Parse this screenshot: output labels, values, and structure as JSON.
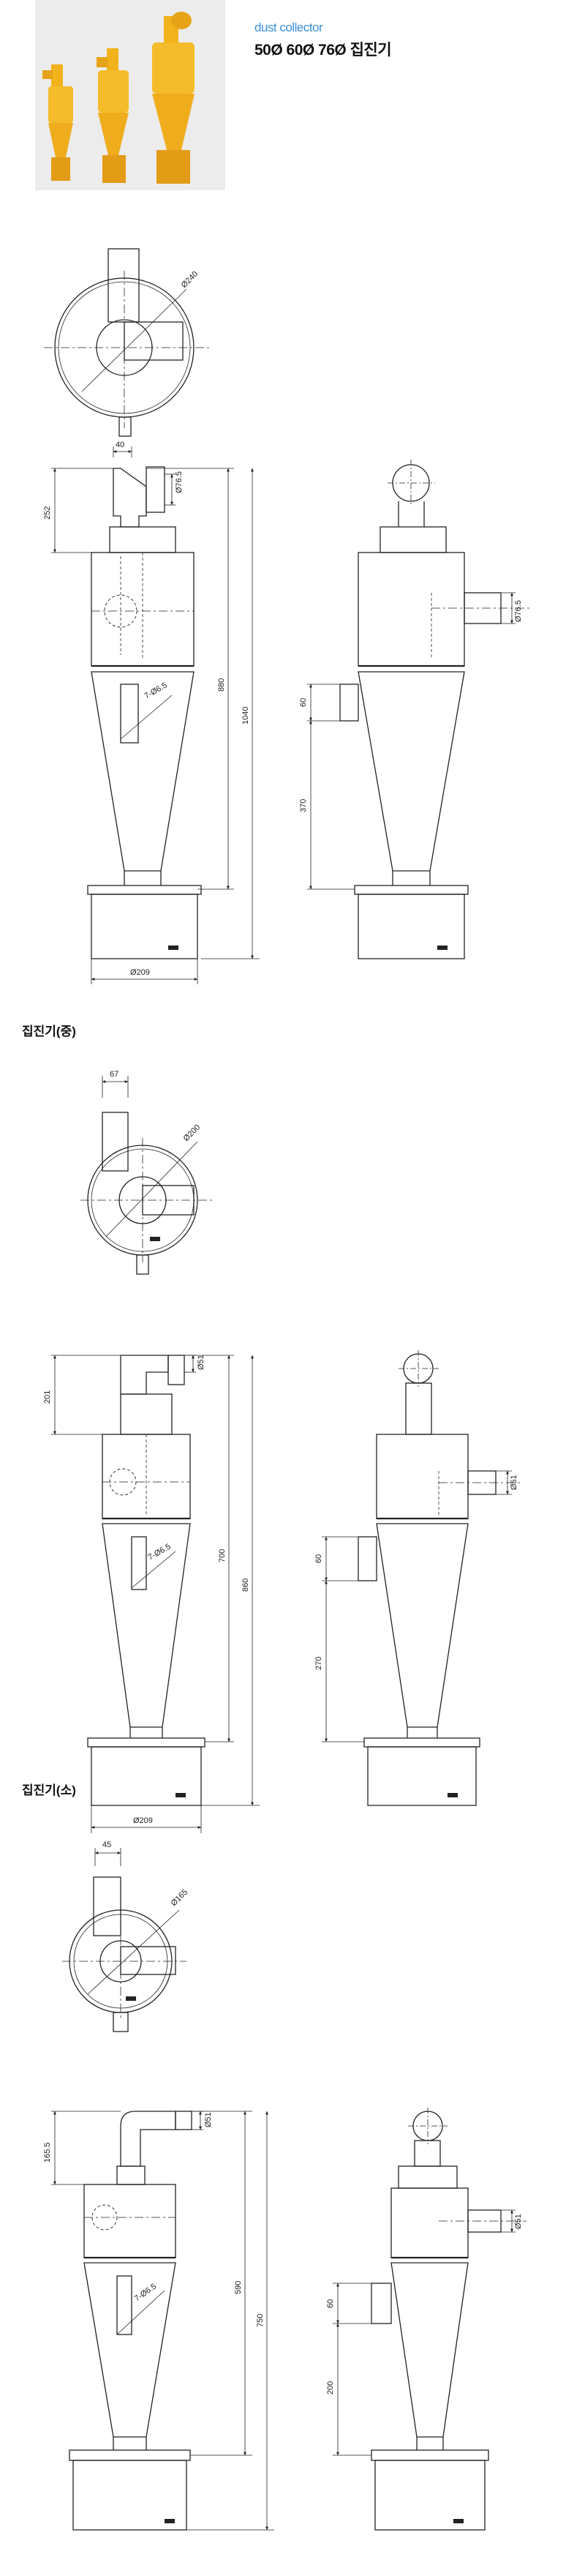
{
  "header": {
    "en": "dust collector",
    "ko": "50Ø 60Ø 76Ø 집진기"
  },
  "sections": [
    {
      "title": ""
    },
    {
      "title": "집진기(중)"
    },
    {
      "title": "집진기(소)"
    }
  ],
  "large": {
    "top_dia": "Ø240",
    "inlet_w": "40",
    "outlet_dia": "Ø76.5",
    "top_h": "252",
    "total_h": "880",
    "full_h": "1040",
    "cone_mark": "7-Ø6.5",
    "base_dia": "Ø209",
    "side_outlet": "Ø76.5",
    "side_h": "60",
    "side_lower": "370"
  },
  "medium": {
    "inlet_w": "67",
    "top_dia": "Ø200",
    "outlet_dia": "Ø51",
    "top_h": "201",
    "total_h": "700",
    "full_h": "860",
    "cone_mark": "7-Ø6.5",
    "base_dia": "Ø209",
    "side_outlet": "Ø51",
    "side_h": "60",
    "side_lower": "270"
  },
  "small": {
    "inlet_w": "45",
    "top_dia": "Ø165",
    "outlet_dia": "Ø51",
    "top_h": "165.5",
    "total_h": "590",
    "full_h": "750",
    "cone_mark": "7-Ø6.5",
    "side_outlet": "Ø51",
    "side_h": "60",
    "side_lower": "200"
  },
  "colors": {
    "photo_body": "#f2b21c",
    "photo_shadow": "#d48e0f",
    "accent": "#3a8fd8"
  }
}
